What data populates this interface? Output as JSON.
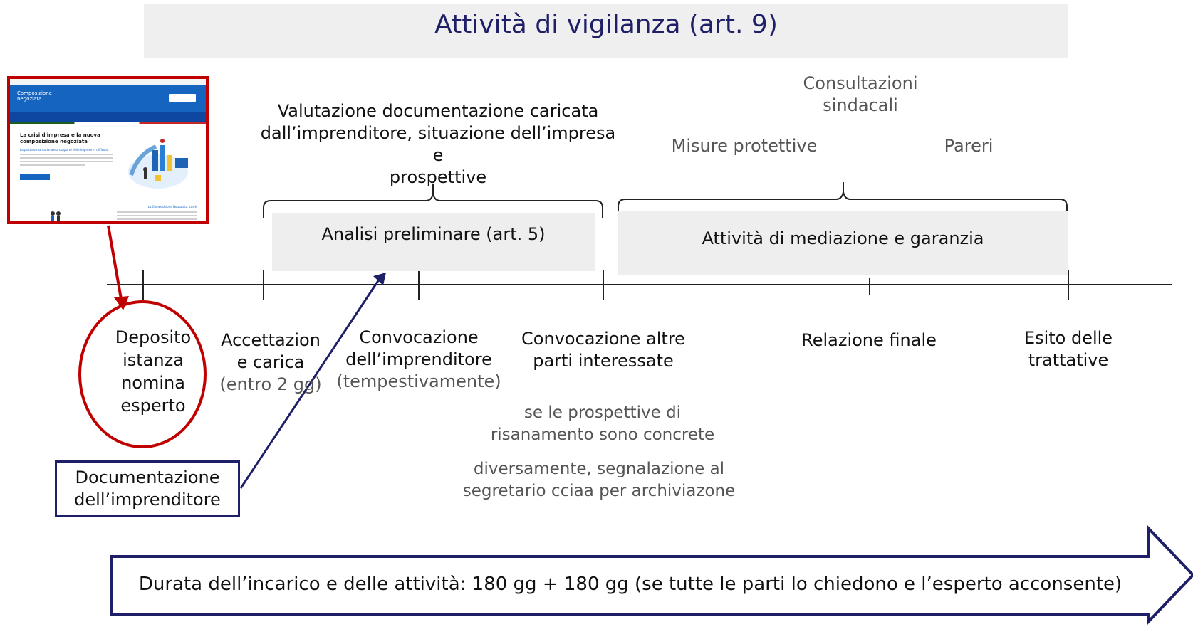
{
  "title": "Attività di vigilanza (art. 9)",
  "colors": {
    "navy": "#1e1f66",
    "red": "#c00000",
    "box_grey": "#eeeeee",
    "title_bar": "#efefef"
  },
  "thumbnail": {
    "header_logo_line1": "Composizione",
    "header_logo_line2": "negoziata",
    "heading": "La crisi d'impresa e la nuova composizione negoziata",
    "subheading": "La piattaforma nazionale a supporto delle imprese in difficoltà",
    "section_title": "La Composizione Negoziata: cos'è"
  },
  "top_labels": {
    "valutazione": [
      "Valutazione documentazione caricata",
      "dall’imprenditore, situazione dell’impresa e",
      "prospettive"
    ],
    "consultazioni": [
      "Consultazioni",
      "sindacali"
    ],
    "misure": "Misure protettive",
    "pareri": "Pareri"
  },
  "phases": {
    "analisi": "Analisi preliminare (art. 5)",
    "mediazione": "Attività di mediazione e garanzia"
  },
  "milestones": {
    "deposito": [
      "Deposito",
      "istanza",
      "nomina",
      "esperto"
    ],
    "accettazione": [
      "Accettazion",
      "e carica"
    ],
    "accettazione_note": "(entro 2 gg)",
    "convocazione_imp": [
      "Convocazione",
      "dell’imprenditore"
    ],
    "convocazione_imp_note": "(tempestivamente)",
    "convocazione_altre": [
      "Convocazione altre",
      "parti interessate"
    ],
    "relazione": "Relazione finale",
    "esito": [
      "Esito delle",
      "trattative"
    ]
  },
  "notes": {
    "se": [
      "se le prospettive di",
      "risanamento sono concrete"
    ],
    "diversamente": [
      "diversamente, segnalazione al",
      "segretario cciaa per archiviazone"
    ]
  },
  "documentazione": [
    "Documentazione",
    "dell’imprenditore"
  ],
  "arrow_text": "Durata dell’incarico e delle attività: 180 gg + 180 gg (se tutte le parti lo chiedono e l’esperto acconsente)"
}
